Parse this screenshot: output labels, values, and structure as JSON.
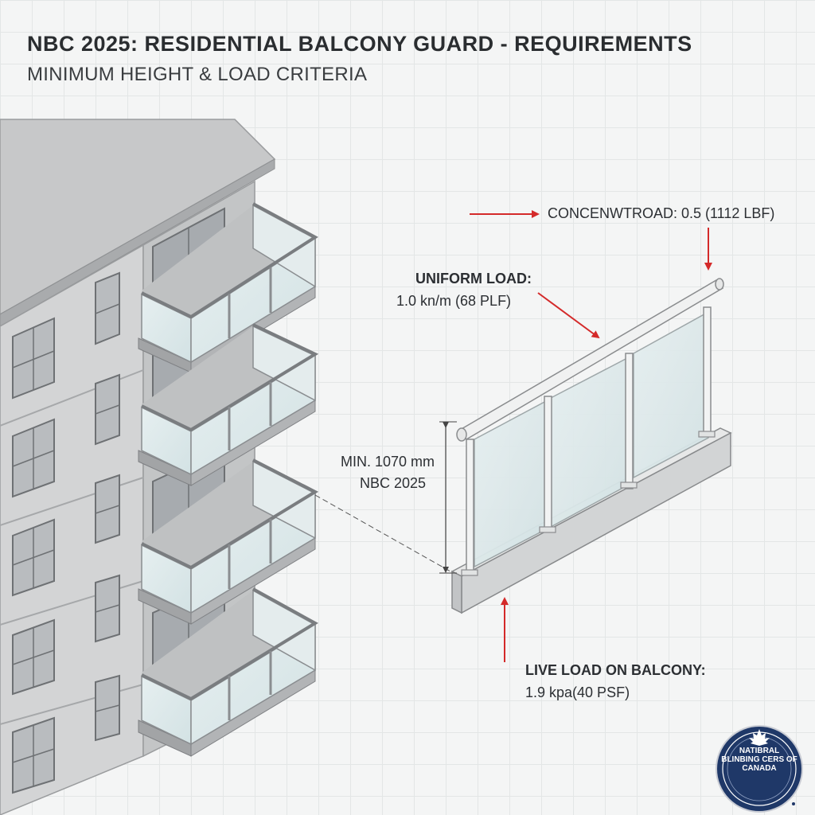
{
  "header": {
    "title": "NBC 2025: RESIDENTIAL BALCONY GUARD - REQUIREMENTS",
    "subtitle": "MINIMUM HEIGHT & LOAD CRITERIA"
  },
  "annotations": {
    "concentrated_load": "CONCENWTROAD: 0.5 (1112 LBF)",
    "uniform_load_heading": "UNIFORM LOAD:",
    "uniform_load_value": "1.0 kn/m (68 PLF)",
    "min_height": "MIN. 1070 mm",
    "code_ref": "NBC 2025",
    "live_load_heading": "LIVE LOAD ON BALCONY:",
    "live_load_value": "1.9 kpa(40 PSF)"
  },
  "seal": {
    "text": "NATIBRAL BLINBING CERS OF CANADA"
  },
  "colors": {
    "arrow_red": "#d42a2a",
    "glass": "#dde9ea",
    "seal_navy": "#1f3868"
  }
}
